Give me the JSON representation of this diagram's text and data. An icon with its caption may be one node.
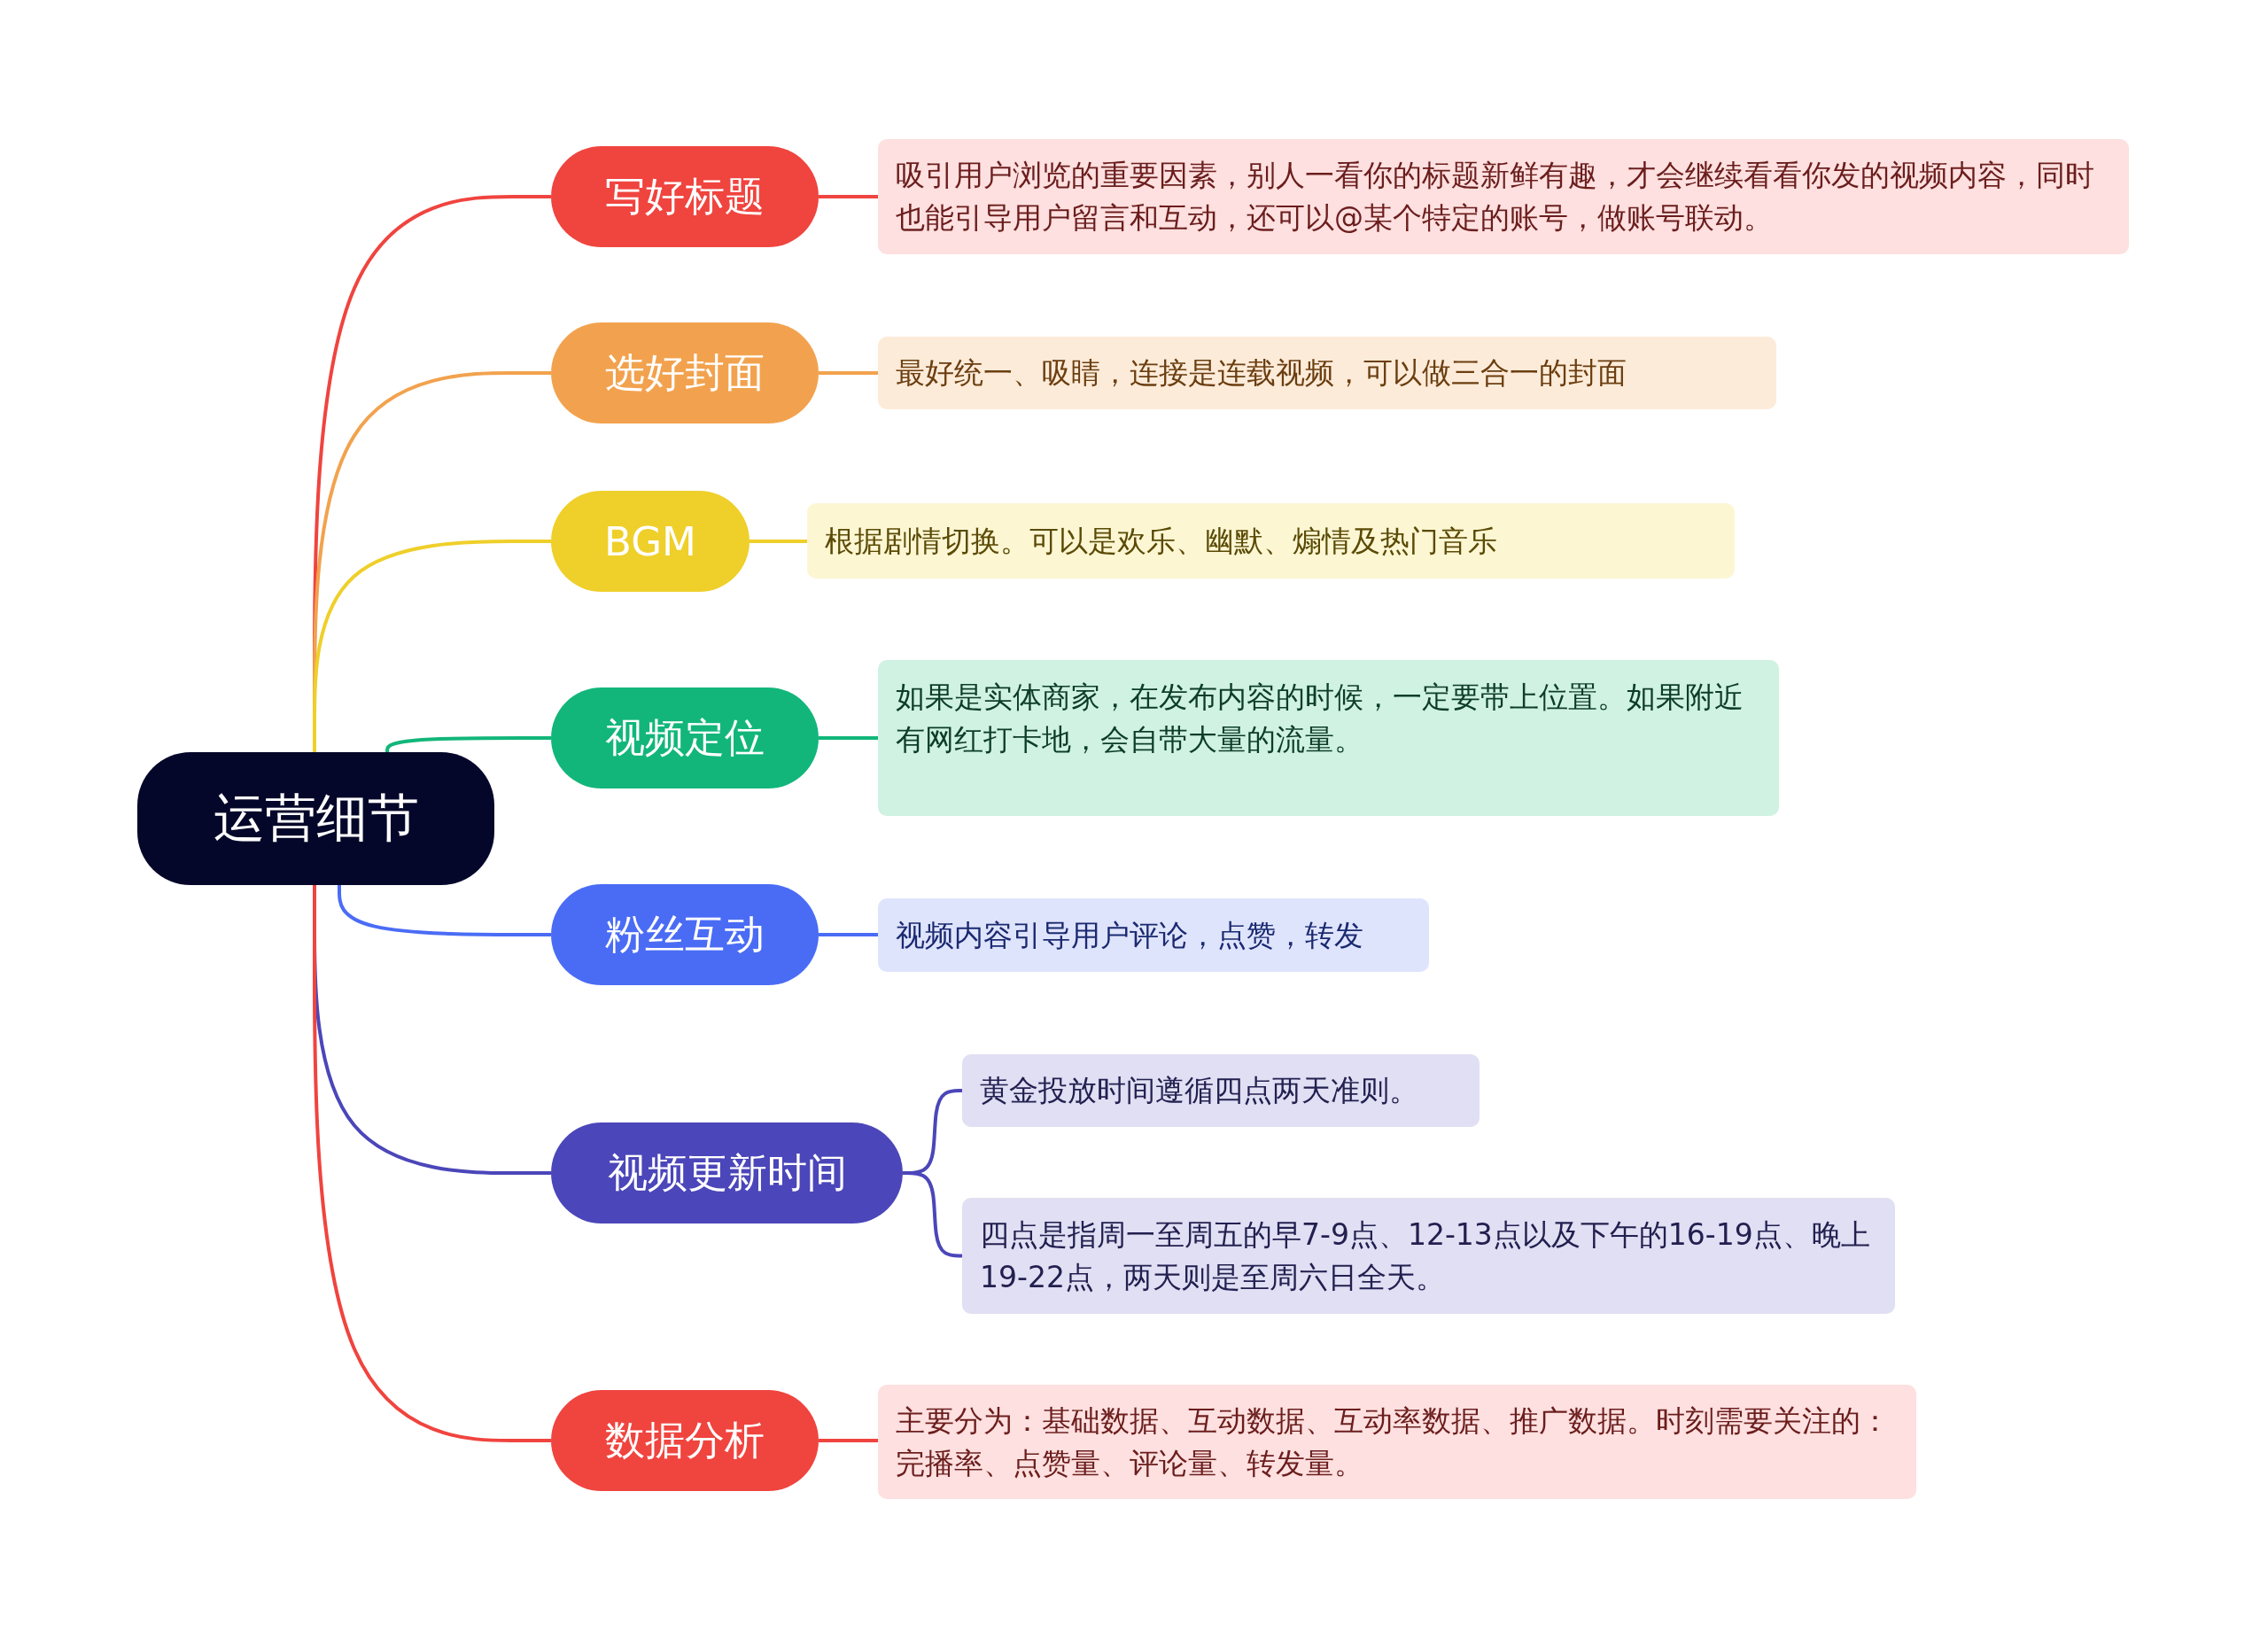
{
  "diagram": {
    "nodes": [
      {
        "text": [
          "运营细节"
        ]
      },
      {
        "text": [
          "写好标题"
        ]
      },
      {
        "text": [
          "吸引用户浏览的重要因素，别人一看你的标题新鲜有趣，才会继续看看你发的视频内容，同时也能引导用户留言和互动，还可以@某个特定的账号，做账号联动。"
        ]
      },
      {
        "text": [
          "选好封面"
        ]
      },
      {
        "text": [
          "最好统一、吸睛，连接是连载视频，可以做三合一的封面"
        ]
      },
      {
        "text": [
          "BGM"
        ]
      },
      {
        "text": [
          "根据剧情切换。可以是欢乐、幽默、煽情及热门音乐"
        ]
      },
      {
        "text": [
          "视频定位"
        ]
      },
      {
        "text": [
          "如果是实体商家，在发布内容的时候，一定要带上位置。如果附近有网红打卡地，会自带大量的流量。"
        ]
      },
      {
        "text": [
          "粉丝互动"
        ]
      },
      {
        "text": [
          "视频内容引导用户评论，点赞，转发"
        ]
      },
      {
        "text": [
          "视频更新时间"
        ]
      },
      {
        "text": [
          "黄金投放时间遵循四点两天准则。"
        ]
      },
      {
        "text": [
          "四点是指周一至周五的早7-9点、12-13点以及下午的16-19点、晚上19-22点，两天则是至周六日全天。"
        ]
      },
      {
        "text": [
          "数据分析"
        ]
      },
      {
        "text": [
          "主要分为：基础数据、互动数据、互动率数据、推广数据。时刻需要关注的：完播率、点赞量、评论量、转发量。"
        ]
      }
    ],
    "edges": [
      {
        "from": 0,
        "to": 1,
        "arrow": "none",
        "color": "#f0443f"
      },
      {
        "from": 1,
        "to": 2,
        "arrow": "none",
        "color": "#f0443f"
      },
      {
        "from": 0,
        "to": 3,
        "arrow": "none",
        "color": "#f2a24e"
      },
      {
        "from": 3,
        "to": 4,
        "arrow": "none",
        "color": "#f2a24e"
      },
      {
        "from": 0,
        "to": 5,
        "arrow": "none",
        "color": "#efcf2a"
      },
      {
        "from": 5,
        "to": 6,
        "arrow": "none",
        "color": "#efcf2a"
      },
      {
        "from": 0,
        "to": 7,
        "arrow": "none",
        "color": "#12b67a"
      },
      {
        "from": 7,
        "to": 8,
        "arrow": "none",
        "color": "#12b67a"
      },
      {
        "from": 0,
        "to": 9,
        "arrow": "none",
        "color": "#4a6cf5"
      },
      {
        "from": 9,
        "to": 10,
        "arrow": "none",
        "color": "#4a6cf5"
      },
      {
        "from": 0,
        "to": 11,
        "arrow": "none",
        "color": "#4b46b9"
      },
      {
        "from": 11,
        "to": 12,
        "arrow": "none",
        "color": "#4b46b9"
      },
      {
        "from": 11,
        "to": 13,
        "arrow": "none",
        "color": "#4b46b9"
      },
      {
        "from": 0,
        "to": 14,
        "arrow": "none",
        "color": "#f0443f"
      },
      {
        "from": 14,
        "to": 15,
        "arrow": "none",
        "color": "#f0443f"
      }
    ]
  }
}
